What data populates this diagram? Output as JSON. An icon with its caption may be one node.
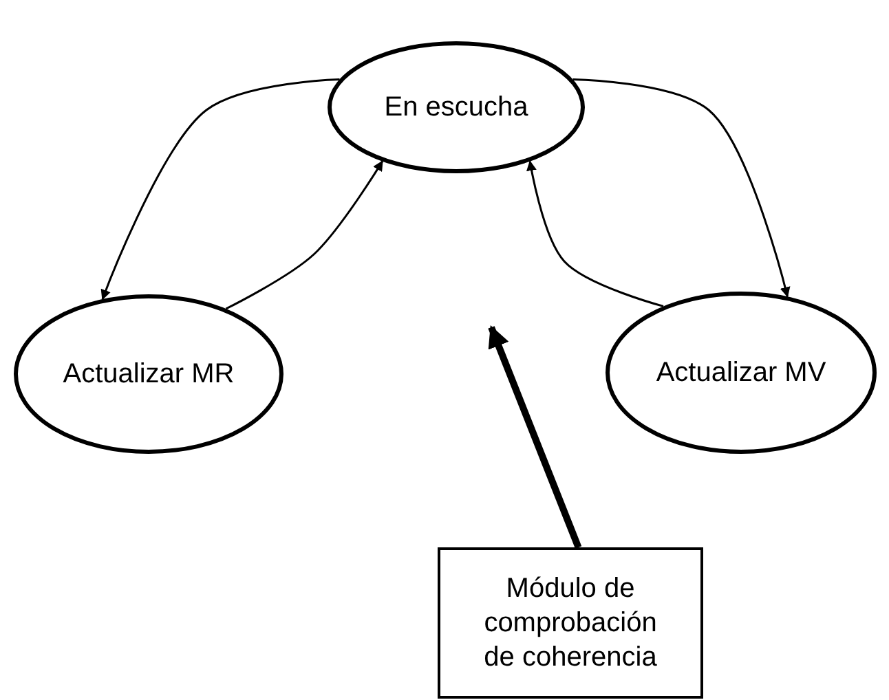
{
  "diagram": {
    "nodes": [
      {
        "text": [
          "En escucha"
        ]
      },
      {
        "text": [
          "Actualizar MR"
        ]
      },
      {
        "text": [
          "Actualizar MV"
        ]
      },
      {
        "text": [
          "Módulo de comprobación de coherencia"
        ]
      }
    ],
    "edges": [
      {
        "from": 0,
        "to": 1,
        "arrow": "to"
      },
      {
        "from": 1,
        "to": 0,
        "arrow": "to"
      },
      {
        "from": 0,
        "to": 2,
        "arrow": "to"
      },
      {
        "from": 2,
        "to": 0,
        "arrow": "to"
      },
      {
        "from": 3,
        "to": null,
        "arrow": "to",
        "style": "thick"
      }
    ]
  }
}
